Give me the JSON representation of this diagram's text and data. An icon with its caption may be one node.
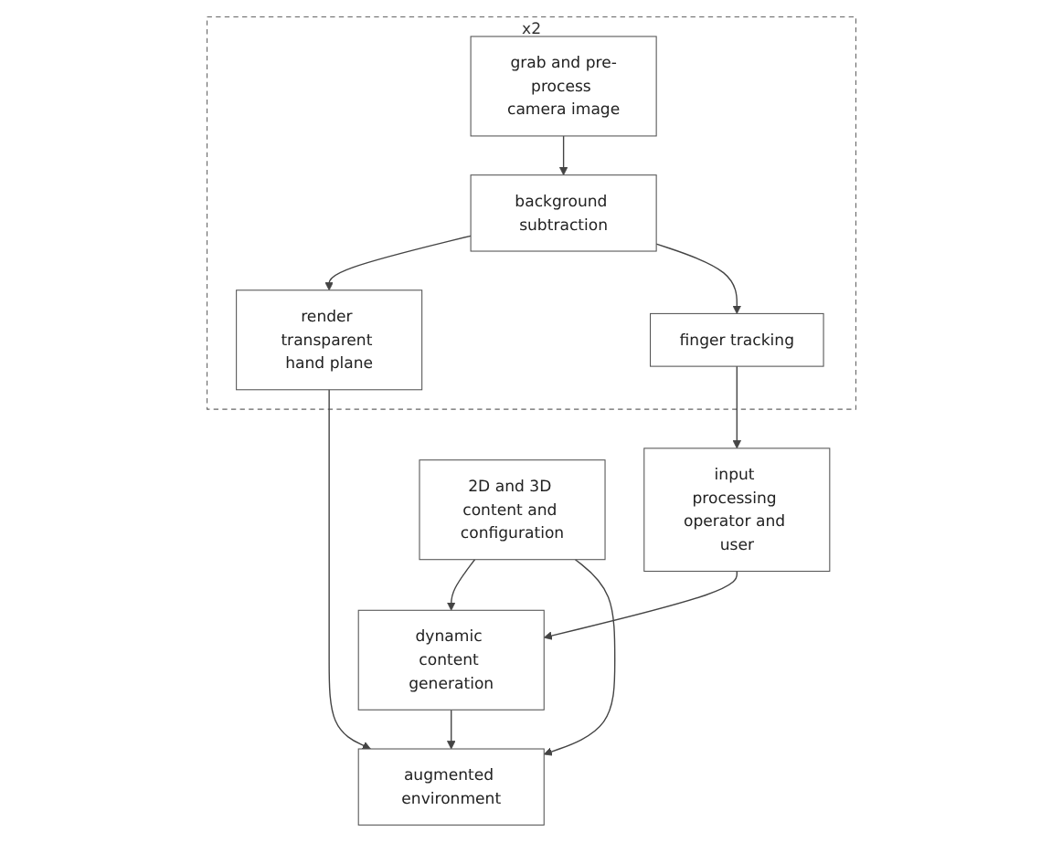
{
  "diagram": {
    "nodes": [
      {
        "text": [
          "x2"
        ]
      },
      {
        "text": [
          "grab and pre-process camera image"
        ],
        "in": 0
      },
      {
        "text": [
          "background subtraction"
        ],
        "in": 0
      },
      {
        "text": [
          "render transparent hand plane"
        ],
        "in": 0
      },
      {
        "text": [
          "finger tracking"
        ],
        "in": 0
      },
      {
        "text": [
          "input processing operator and user"
        ]
      },
      {
        "text": [
          "dynamic content generation"
        ]
      },
      {
        "text": [
          "2D and 3D content and configuration"
        ]
      },
      {
        "text": [
          "augmented environment"
        ]
      }
    ],
    "edges": [
      {
        "from": 1,
        "to": 2,
        "arrow": "to"
      },
      {
        "from": 2,
        "to": 3,
        "arrow": "to"
      },
      {
        "from": 2,
        "to": 4,
        "arrow": "to"
      },
      {
        "from": 4,
        "to": 5,
        "arrow": "to"
      },
      {
        "from": 5,
        "to": 6,
        "arrow": "to"
      },
      {
        "from": 7,
        "to": 6,
        "arrow": "to"
      },
      {
        "from": 7,
        "to": 8,
        "arrow": "to"
      },
      {
        "from": 3,
        "to": 8,
        "arrow": "to"
      },
      {
        "from": 6,
        "to": 8,
        "arrow": "to"
      }
    ]
  }
}
